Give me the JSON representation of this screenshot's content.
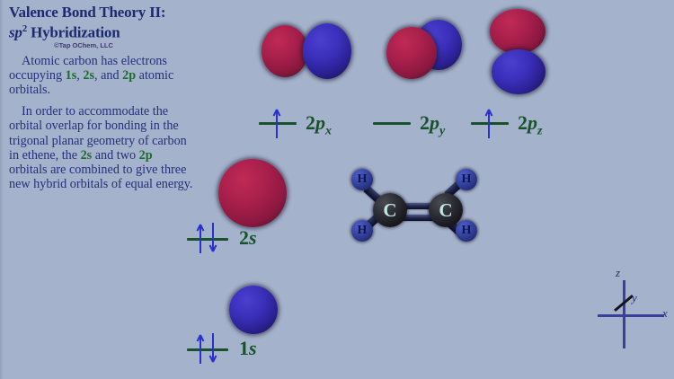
{
  "slide": {
    "title_line1": "Valence Bond Theory II:",
    "title_line2_sp": "sp",
    "title_line2_sup": "2",
    "title_line2_rest": " Hybridization",
    "copyright": "©Tap OChem, LLC"
  },
  "body": {
    "paragraph1": {
      "part1": "Atomic carbon has electrons occupying ",
      "orb1": "1s",
      "sep1": ", ",
      "orb2": "2s",
      "sep2": ", and ",
      "orb3": "2p",
      "part2": " atomic orbitals."
    },
    "paragraph2": {
      "part1": "In order to accommodate the orbital overlap for bonding in the trigonal planar geometry of carbon in ethene, the ",
      "orb1": "2s",
      "part2": " and two ",
      "orb2": "2p",
      "part3": " orbitals are combined to give three new hybrid orbitals of equal energy."
    }
  },
  "orbital_diagram": {
    "levels": [
      {
        "id": "2px",
        "label_num": "2",
        "label_letter": "p",
        "label_sub": "x",
        "electrons": 1,
        "spins": [
          "up"
        ]
      },
      {
        "id": "2py",
        "label_num": "2",
        "label_letter": "p",
        "label_sub": "y",
        "electrons": 0,
        "spins": []
      },
      {
        "id": "2pz",
        "label_num": "2",
        "label_letter": "p",
        "label_sub": "z",
        "electrons": 1,
        "spins": [
          "up"
        ]
      },
      {
        "id": "2s",
        "label_num": "2",
        "label_letter": "s",
        "label_sub": "",
        "electrons": 2,
        "spins": [
          "up",
          "down"
        ]
      },
      {
        "id": "1s",
        "label_num": "1",
        "label_letter": "s",
        "label_sub": "",
        "electrons": 2,
        "spins": [
          "up",
          "down"
        ]
      }
    ]
  },
  "orbital_shapes": {
    "p_x_label": "2p-x orbital dumbbell, red and blue lobes along x",
    "p_y_label": "2p-y orbital viewed end-on, red lobe overlapping blue lobe",
    "p_z_label": "2p-z orbital dumbbell, red lobe above blue lobe",
    "s_2_label": "2s spherical orbital, red",
    "s_1_label": "1s spherical orbital, blue"
  },
  "molecule": {
    "name": "ethene",
    "carbon_label": "C",
    "hydrogen_label": "H",
    "atoms": [
      {
        "element": "C",
        "position": "left"
      },
      {
        "element": "C",
        "position": "right"
      },
      {
        "element": "H",
        "position": "top-left"
      },
      {
        "element": "H",
        "position": "bottom-left"
      },
      {
        "element": "H",
        "position": "top-right"
      },
      {
        "element": "H",
        "position": "bottom-right"
      }
    ],
    "bond_type": "double"
  },
  "axes": {
    "x": "x",
    "y": "y",
    "z": "z"
  },
  "colors": {
    "background": "#a5b2cc",
    "title_text": "#1d2a70",
    "body_text": "#24307a",
    "orbital_green": "#17522a",
    "electron_blue": "#2a2fd0",
    "lobe_red": "#a81f4c",
    "lobe_blue": "#3a2fba",
    "axis_blue": "#3a3f9e"
  }
}
